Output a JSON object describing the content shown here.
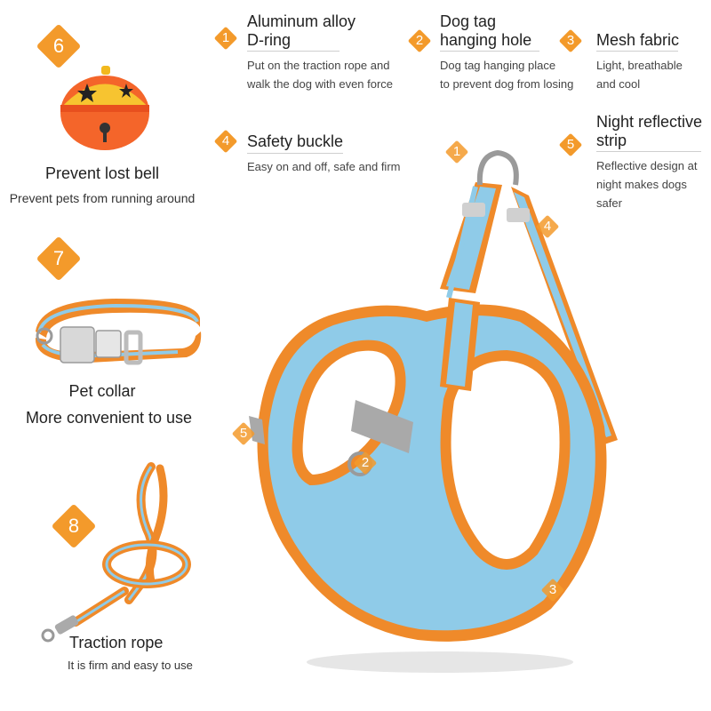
{
  "features": [
    {
      "num": "1",
      "title_lines": [
        "Aluminum alloy",
        "D-ring"
      ],
      "desc_lines": [
        "Put on the traction rope and",
        "walk the dog with even force"
      ]
    },
    {
      "num": "2",
      "title_lines": [
        "Dog tag",
        "hanging hole"
      ],
      "desc_lines": [
        "Dog tag hanging place",
        "to prevent dog from losing"
      ]
    },
    {
      "num": "3",
      "title_lines": [
        "Mesh fabric"
      ],
      "desc_lines": [
        "Light, breathable",
        "and cool"
      ]
    },
    {
      "num": "4",
      "title_lines": [
        "Safety buckle"
      ],
      "desc_lines": [
        "Easy on and off, safe and firm"
      ]
    },
    {
      "num": "5",
      "title_lines": [
        "Night reflective",
        "strip"
      ],
      "desc_lines": [
        "Reflective design at",
        "night makes dogs",
        "safer"
      ]
    }
  ],
  "accessories": [
    {
      "num": "6",
      "title": "Prevent lost bell",
      "desc": "Prevent pets from running around"
    },
    {
      "num": "7",
      "title": "Pet collar",
      "desc": "More convenient to use"
    },
    {
      "num": "8",
      "title": "Traction rope",
      "desc": "It is firm and easy to use"
    }
  ],
  "image_markers": [
    "1",
    "4",
    "5",
    "2",
    "3"
  ],
  "colors": {
    "accent": "#f39a2b",
    "harness_blue": "#8fcbe8",
    "harness_orange": "#ef8a2a",
    "text": "#222222"
  }
}
